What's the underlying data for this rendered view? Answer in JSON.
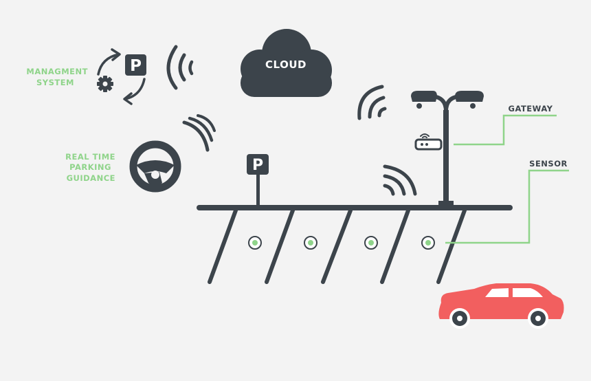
{
  "labels": {
    "management_line1": "MANAGMENT",
    "management_line2": "SYSTEM",
    "guidance_line1": "REAL TIME",
    "guidance_line2": "PARKING",
    "guidance_line3": "GUIDANCE",
    "cloud": "CLOUD",
    "gateway": "GATEWAY",
    "sensor": "SENSOR"
  },
  "signs": {
    "parking_letter": "P"
  },
  "colors": {
    "background": "#f3f3f3",
    "dark": "#3c444b",
    "accent_green": "#8fd48a",
    "car_red": "#f25f5f",
    "white": "#ffffff"
  },
  "icons": [
    "cycle-arrows-icon",
    "gear-icon",
    "parking-sign-icon",
    "wifi-signal-icon",
    "cloud-icon",
    "steering-wheel-icon",
    "street-lamp-icon",
    "gateway-router-icon",
    "parking-sensor-icon",
    "car-icon"
  ]
}
